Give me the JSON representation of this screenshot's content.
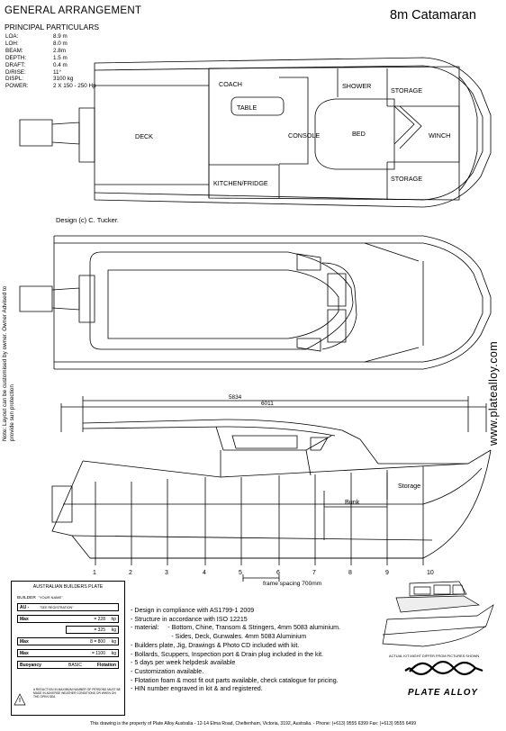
{
  "header": {
    "general_arrangement": "GENERAL ARRANGEMENT",
    "principal_particulars": "PRINCIPAL PARTICULARS",
    "model": "8m Catamaran"
  },
  "particulars": [
    {
      "label": "LOA:",
      "value": "8.9 m"
    },
    {
      "label": "LOH:",
      "value": "8.0 m"
    },
    {
      "label": "BEAM:",
      "value": "2.8m"
    },
    {
      "label": "DEPTH:",
      "value": "1.5 m"
    },
    {
      "label": "DRAFT:",
      "value": "0.4 m"
    },
    {
      "label": "D/RISE:",
      "value": "11°"
    },
    {
      "label": "DISPL:",
      "value": "3100 kg"
    },
    {
      "label": "POWER:",
      "value": "2 X 150 - 250 Hp"
    }
  ],
  "plan_labels": {
    "coach": "COACH",
    "table": "TABLE",
    "deck": "DECK",
    "console": "CONSOLE",
    "bed": "BED",
    "shower": "SHOWER",
    "storage_top": "STORAGE",
    "winch": "WINCH",
    "storage_bottom": "STORAGE",
    "kitchen": "KITCHEN/FRIDGE"
  },
  "designer": "Design (c) C. Tucker.",
  "side_note": "Note: Layout can be customised by owner. Owner Advised to provide sun protection",
  "website": "www.platealloy.com",
  "dimensions": {
    "d1": "5834",
    "d2": "6011"
  },
  "profile_labels": {
    "storage": "Storage",
    "bunk": "Bunk",
    "frame_spacing": "frame spacing 700mm"
  },
  "frames": [
    "1",
    "2",
    "3",
    "4",
    "5",
    "6",
    "7",
    "8",
    "9",
    "10"
  ],
  "notes": [
    "- Design in compliance with AS1799-1 2009",
    "- Structure in accordance with ISO 12215",
    "- material:     - Bottom, Chine, Transom & Stringers, 4mm 5083 aluminium.",
    "                       - Sides, Deck, Gunwales. 4mm 5083 Aluminium",
    "- Builders plate, Jig, Drawings & Photo CD included with kit.",
    "- Bollards, Scuppers, Inspection port & Drain plug included in the kit.",
    "- 5 days per week helpdesk available",
    "- Customization available.",
    "- Flotation foam & most fit out parts available, check catalogue for pricing.",
    "- HIN number engraved in kit & and registered."
  ],
  "kit_note": "ACTUAL KIT MIGHT DIFFER FROM PICTURES SHOWN",
  "logo": "PLATE ALLOY",
  "builders_plate": {
    "title": "AUSTRALIAN BUILDERS PLATE",
    "builder_label": "BUILDER",
    "builder_value": "\"YOUR NAME\"",
    "rows": [
      {
        "label": "AU -",
        "value": "\"SEE REGISTRATION\"",
        "unit": ""
      },
      {
        "label": "Max",
        "value": "= 228",
        "unit": "hp"
      },
      {
        "label": "",
        "value": "= 325",
        "unit": "kg"
      },
      {
        "label": "Max",
        "value": "8   = 800",
        "unit": "kg"
      },
      {
        "label": "Max",
        "value": "= 1100",
        "unit": "kg"
      },
      {
        "label": "Buoyancy",
        "value": "BASIC",
        "unit": "Flotation"
      }
    ],
    "warning": "A REDUCTION IN MAXIMUM NUMBER OF PERSONS MUST BE MADE IN ADVERSE WEATHER CONDITIONS OR WHEN ON THE OPEN SEA"
  },
  "footer": "This drawing is the property of Plate Alloy Australia - 12-14 Elma Road, Cheltenham, Victoria, 3192, Australia. - Phone: (+613) 9555 6399  Fax: (+613) 9555 6499"
}
